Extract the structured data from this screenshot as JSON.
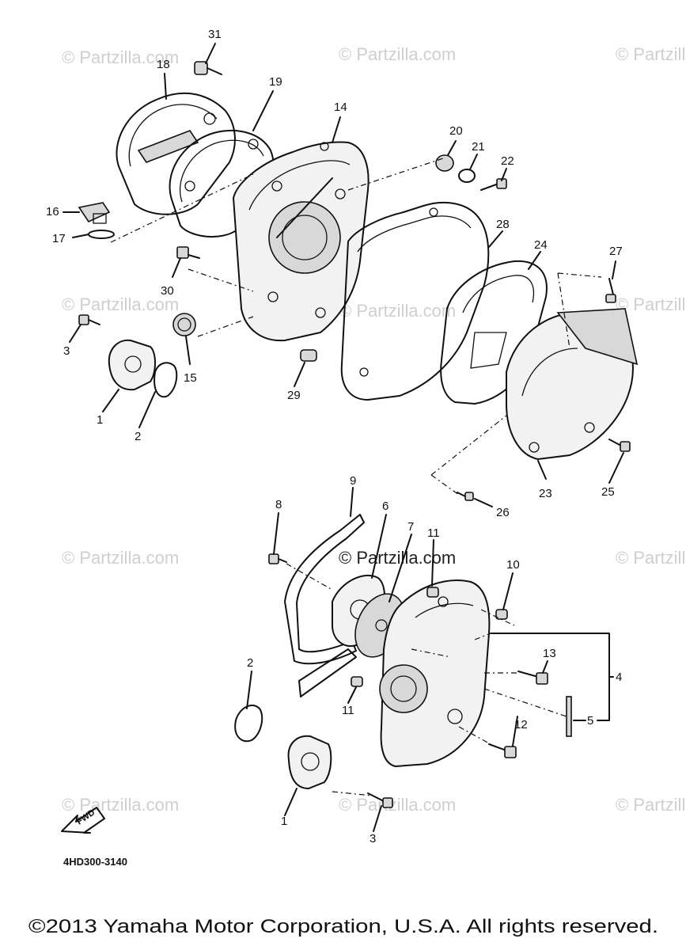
{
  "diagram": {
    "part_numbers": [
      "31",
      "18",
      "19",
      "14",
      "20",
      "21",
      "22",
      "16",
      "17",
      "28",
      "24",
      "27",
      "30",
      "3",
      "15",
      "1",
      "2",
      "29",
      "23",
      "25",
      "26",
      "9",
      "8",
      "6",
      "7",
      "11",
      "10",
      "13",
      "4",
      "5",
      "2",
      "11",
      "12",
      "1",
      "3"
    ],
    "watermark": "© Partzilla.com",
    "diagram_code": "4HD300-3140",
    "fwd_label": "FWD",
    "copyright": "©2013  Yamaha Motor Corporation, U.S.A. All rights reserved."
  }
}
